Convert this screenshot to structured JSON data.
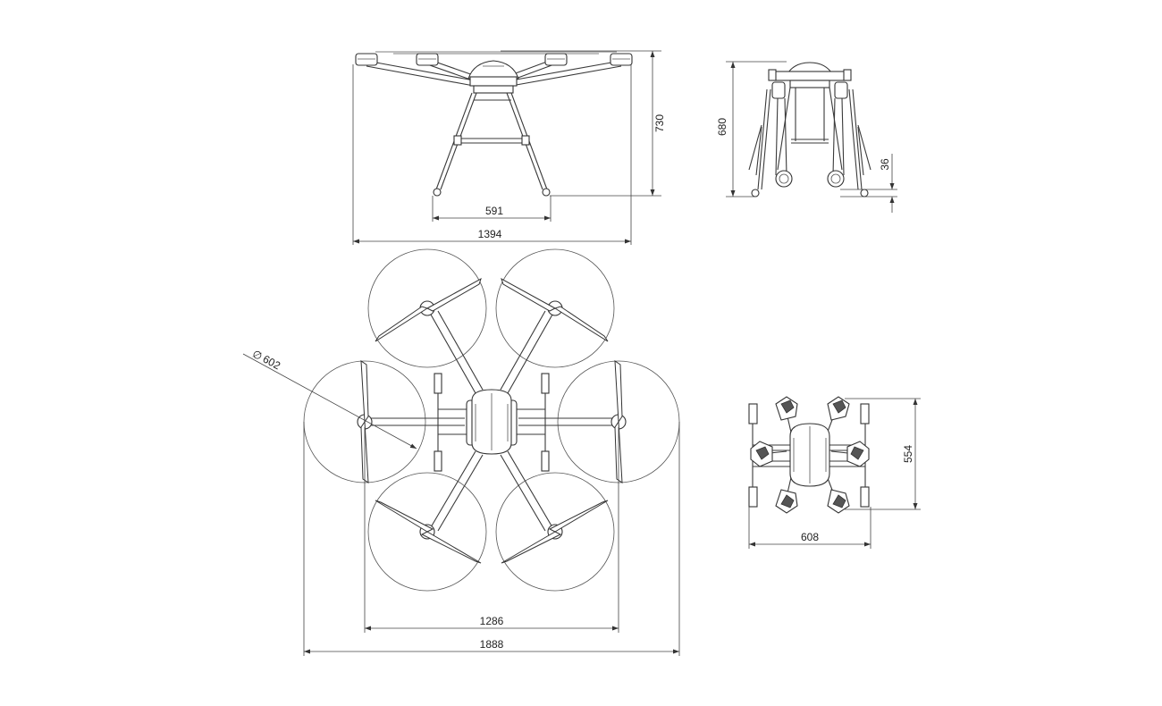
{
  "dimensions": {
    "side_height": "730",
    "side_skid_spacing": "591",
    "side_overall_width": "1394",
    "front_height": "680",
    "front_ground_clearance": "36",
    "rotor_diameter": "602",
    "top_motor_span": "1286",
    "top_overall_span": "1888",
    "folded_height": "554",
    "folded_width": "608"
  },
  "symbols": {
    "diameter": "∅"
  },
  "colors": {
    "line": "#333333",
    "background": "#ffffff"
  }
}
